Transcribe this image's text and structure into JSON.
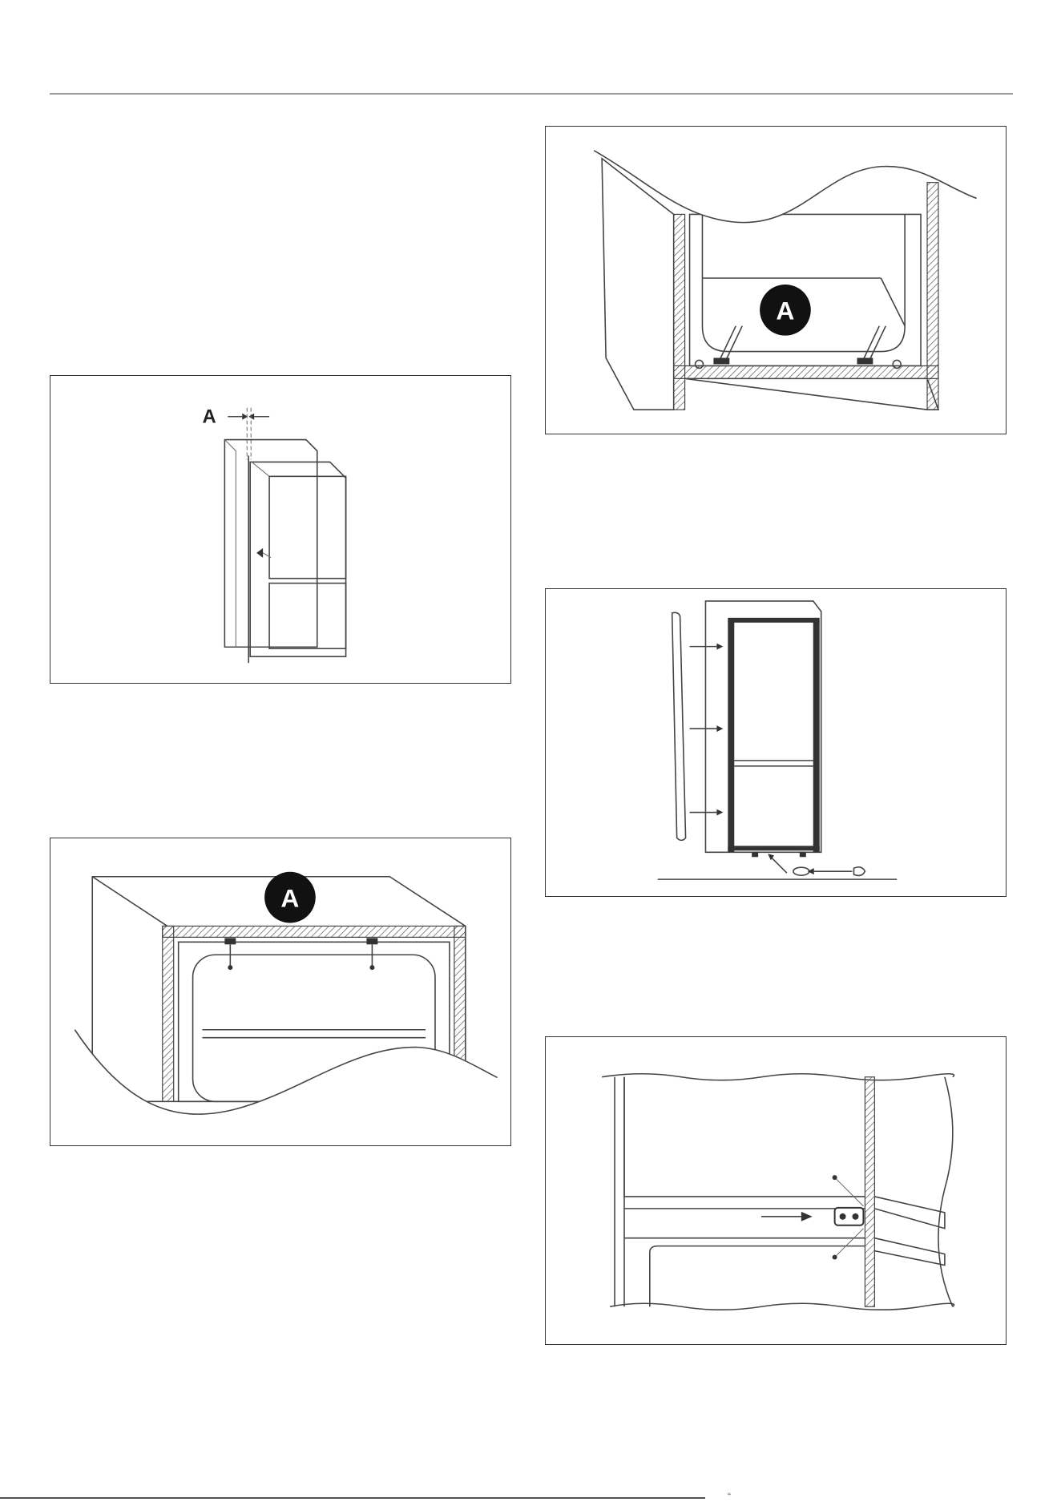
{
  "figures": {
    "fig1": {
      "label": "A"
    },
    "fig2": {
      "callout": "A"
    },
    "fig3": {
      "callout": "A"
    }
  },
  "footer": {
    "mark": "“"
  },
  "colors": {
    "ink": "#333333",
    "rule": "#9a9a9a",
    "callout_fill": "#111111"
  }
}
